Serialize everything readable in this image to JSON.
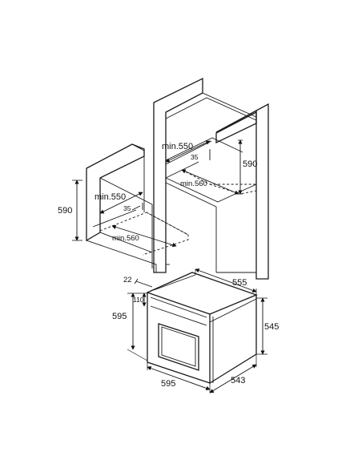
{
  "upper_cabinet": {
    "width_min": "min.550",
    "niche_gap": "35",
    "depth_min": "min.560",
    "height": "590"
  },
  "left_cabinet": {
    "height": "590",
    "width_min": "min.550",
    "niche_gap": "35",
    "depth_min": "min.560"
  },
  "oven": {
    "frame_offset": "22",
    "panel_height": "110",
    "front_height": "595",
    "front_width": "595",
    "depth": "555",
    "body_height": "545",
    "body_depth": "543"
  }
}
